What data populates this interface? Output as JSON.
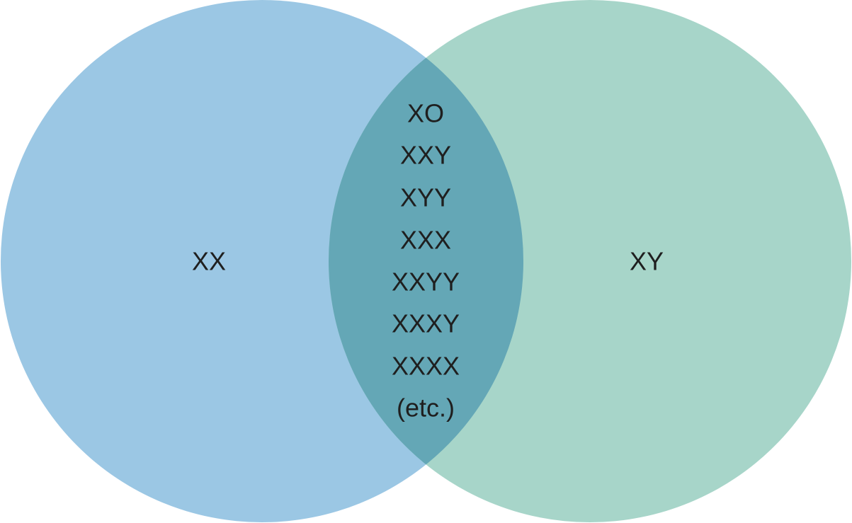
{
  "venn": {
    "left_set": {
      "label": "XX",
      "color": "#9bc7e4"
    },
    "right_set": {
      "label": "XY",
      "color": "#a7d5c9"
    },
    "intersection": {
      "color": "#64a7b6",
      "items": [
        "XO",
        "XXY",
        "XYY",
        "XXX",
        "XXYY",
        "XXXY",
        "XXXX",
        "(etc.)"
      ]
    },
    "text_color": "#1f1f1f"
  }
}
